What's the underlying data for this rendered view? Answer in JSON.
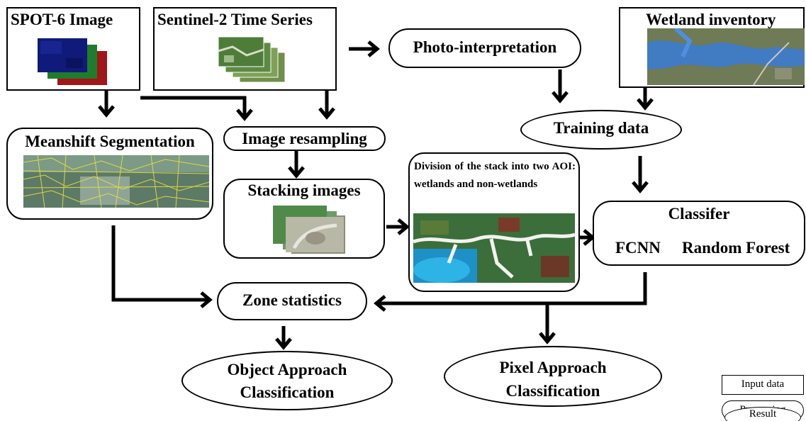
{
  "nodes": {
    "spot6": "SPOT-6 Image",
    "sentinel2": "Sentinel-2 Time Series",
    "photo": "Photo-interpretation",
    "wetland": "Wetland inventory",
    "meanshift": "Meanshift Segmentation",
    "resampling": "Image resampling",
    "training": "Training data",
    "stacking": "Stacking images",
    "division": "Division of the stack into two AOI: wetlands and non-wetlands",
    "classifier_title": "Classifer",
    "classifier_fcnn": "FCNN",
    "classifier_rf": "Random Forest",
    "zone": "Zone statistics",
    "object_line1": "Object Approach",
    "object_line2": "Classification",
    "pixel_line1": "Pixel Approach",
    "pixel_line2": "Classification"
  },
  "legend": {
    "input": "Input data",
    "processing": "Processing",
    "result": "Result"
  },
  "colors": {
    "line": "#000000",
    "background": "#ffffff",
    "segment_lines": "#e8e040",
    "water_blue": "#3a7bd5"
  },
  "icons": {
    "spot6": "stacked-rgb-bands-icon",
    "sentinel2": "stacked-satellite-tiles-icon",
    "wetland": "wetland-map-thumbnail",
    "meanshift": "segmented-image-thumbnail",
    "stacking": "stacked-images-thumbnail",
    "division": "classified-aoi-map-thumbnail"
  }
}
